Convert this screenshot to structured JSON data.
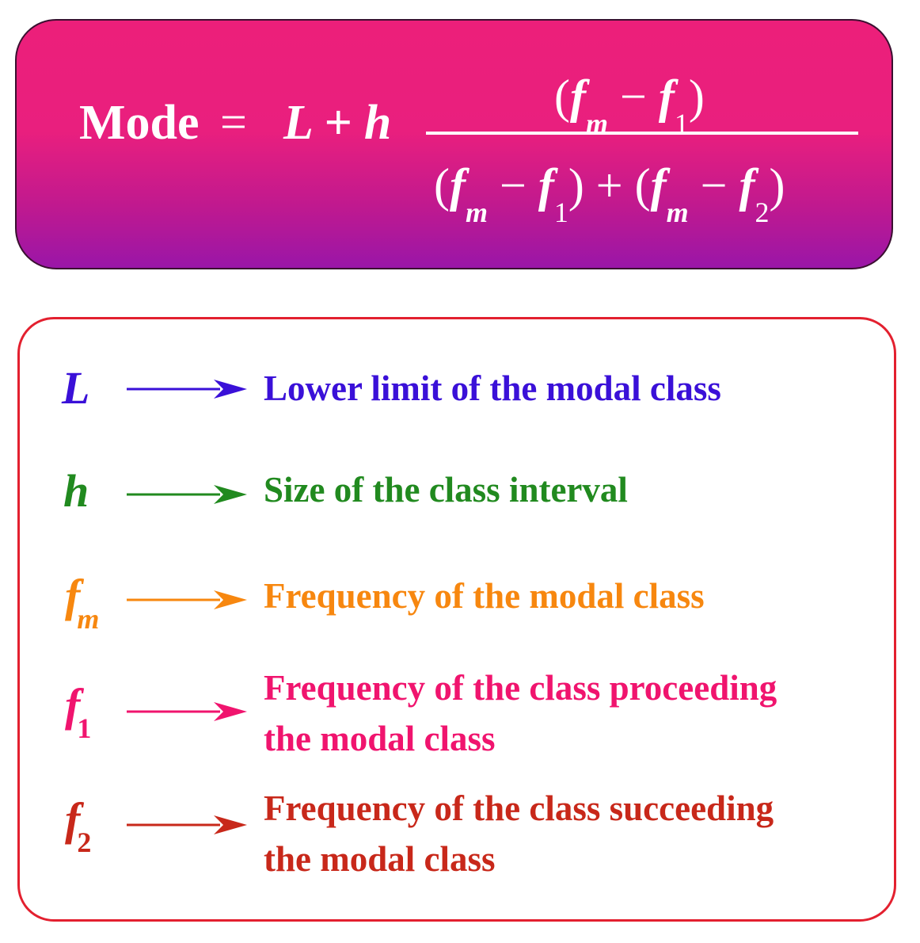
{
  "colors": {
    "formula_gradient_top": "#ec1f7a",
    "formula_gradient_bottom": "#9a16a8",
    "legend_border": "#e3202f"
  },
  "formula": {
    "lhs": "Mode",
    "equals": "=",
    "lead": "L + h",
    "numerator": {
      "open": "(",
      "f": "f",
      "m_sub": "m",
      "minus": " −",
      "f2": "f",
      "one_sub": "1",
      "close": ")"
    },
    "denominator": {
      "open1": "(",
      "f_a": "f",
      "m_sub_a": "m",
      "minus_a": " −",
      "f_b": "f",
      "one_sub": "1",
      "close1": ")",
      "plus": " + ",
      "open2": "(",
      "f_c": "f",
      "m_sub_c": "m",
      "minus_c": " −",
      "f_d": "f",
      "two_sub": "2",
      "close2": ")"
    }
  },
  "legend": [
    {
      "symbol": "L",
      "subscript": "",
      "color": "#3a10d8",
      "line1": "Lower limit of the modal class",
      "line2": ""
    },
    {
      "symbol": "h",
      "subscript": "",
      "color": "#218a1f",
      "line1": "Size of the class interval",
      "line2": ""
    },
    {
      "symbol": "f",
      "subscript": "m",
      "color": "#f7870f",
      "line1": "Frequency of the modal class",
      "line2": ""
    },
    {
      "symbol": "f",
      "subscript": "1",
      "color": "#f0146e",
      "line1": "Frequency of the class proceeding",
      "line2": "the modal class"
    },
    {
      "symbol": "f",
      "subscript": "2",
      "color": "#c8281a",
      "line1": "Frequency of the class succeeding",
      "line2": "the modal class"
    }
  ]
}
